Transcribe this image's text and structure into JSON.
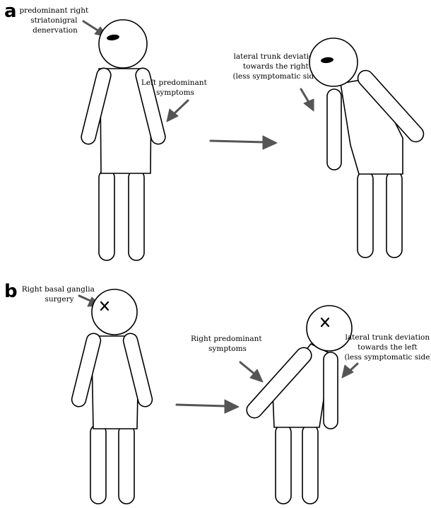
{
  "panels": {
    "a": {
      "letter": "a",
      "labels": {
        "lesion": [
          "predominant right",
          "striatonigral",
          "denervation"
        ],
        "symptoms": [
          "Left predominant",
          "symptoms"
        ],
        "deviation": [
          "lateral trunk deviation",
          "towards the right",
          "(less symptomatic side)"
        ]
      }
    },
    "b": {
      "letter": "b",
      "labels": {
        "lesion": [
          "Right basal ganglia",
          "surgery"
        ],
        "symptoms": [
          "Right predominant",
          "symptoms"
        ],
        "deviation": [
          "lateral trunk deviation",
          "towards the left",
          "(less symptomatic side)"
        ]
      }
    }
  },
  "colors": {
    "stroke": "#000000",
    "arrow": "#555555",
    "background": "#ffffff"
  }
}
